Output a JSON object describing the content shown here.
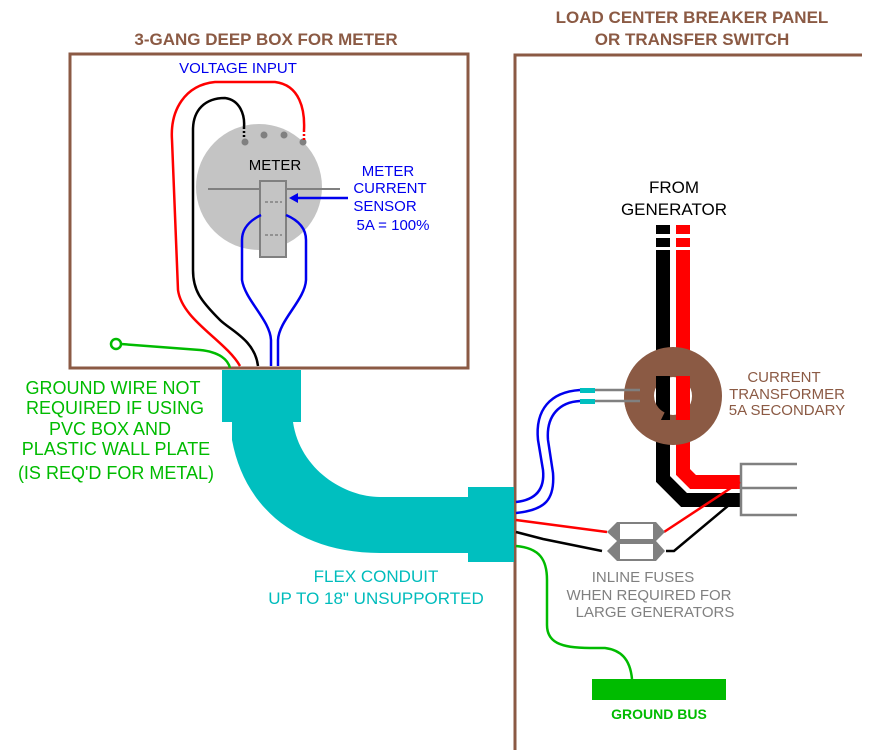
{
  "colors": {
    "enclosure": "#8b5a44",
    "conduit": "#00bfbf",
    "hot_red": "#ff0000",
    "hot_black": "#000000",
    "sensor_blue": "#0000ee",
    "ground_green": "#00bb00",
    "meter_face": "#c4c4c4",
    "fuse_grey": "#808080",
    "ct_core": "#8b5a44"
  },
  "meter_box": {
    "title": "3-GANG DEEP BOX FOR METER",
    "voltage_input_label": "VOLTAGE INPUT",
    "meter_label": "METER",
    "sensor_label_lines": [
      "METER",
      "CURRENT",
      "SENSOR",
      "5A = 100%"
    ]
  },
  "panel": {
    "title_lines": [
      "LOAD CENTER BREAKER PANEL",
      "OR TRANSFER SWITCH"
    ],
    "from_generator_lines": [
      "FROM",
      "GENERATOR"
    ],
    "ct_label_lines": [
      "CURRENT",
      "TRANSFORMER",
      "5A SECONDARY"
    ],
    "fuse_label_lines": [
      "INLINE FUSES",
      "WHEN REQUIRED FOR",
      "LARGE GENERATORS"
    ],
    "ground_bus_label": "GROUND BUS"
  },
  "notes": {
    "ground_note_lines": [
      "GROUND WIRE NOT",
      "REQUIRED IF USING",
      "PVC BOX AND",
      "PLASTIC WALL PLATE",
      "(IS REQ'D FOR METAL)"
    ],
    "conduit_label_lines": [
      "FLEX CONDUIT",
      "UP TO 18\" UNSUPPORTED"
    ]
  }
}
